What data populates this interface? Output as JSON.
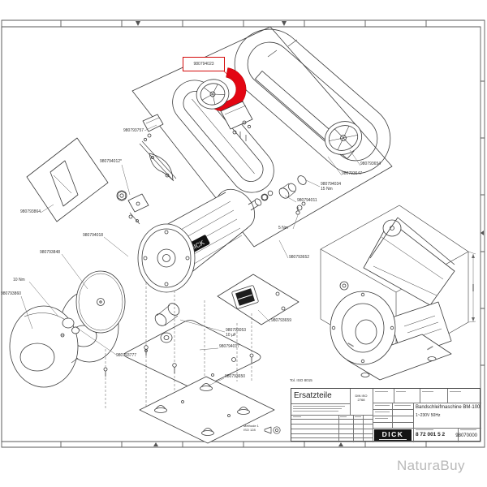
{
  "sheet": {
    "background": "#ffffff",
    "line_color": "#3c3c3c",
    "highlight_color": "#e30613",
    "watermark_color": "#b9b9b9"
  },
  "watermark": {
    "text": "NaturaBuy"
  },
  "notes": {
    "tolerance": "Tol. ISO 8015",
    "projection_method": "Methode 1",
    "projection_standard": "ISO 128"
  },
  "highlighted_part": {
    "number": "980794023"
  },
  "torque_notes": [
    {
      "text": "10 Nm"
    },
    {
      "text": "5 Nm"
    }
  ],
  "parts": [
    {
      "number": "980793757"
    },
    {
      "number": "980794012*"
    },
    {
      "number": "980793864"
    },
    {
      "number": "980794018"
    },
    {
      "number": "980793848"
    },
    {
      "number": "980793860"
    },
    {
      "number": "980793777"
    },
    {
      "number": "980793053",
      "note": "10 µF"
    },
    {
      "number": "980794017"
    },
    {
      "number": "980793650"
    },
    {
      "number": "980793659"
    },
    {
      "number": "980793654"
    },
    {
      "number": "980793647"
    },
    {
      "number": "980794034",
      "note": "15 Nm"
    },
    {
      "number": "980794011"
    },
    {
      "number": "980793652"
    }
  ],
  "title_block": {
    "title": "Ersatzteile",
    "standard_line1": "DIN ISO",
    "standard_line2": "2768",
    "brand": "DICK",
    "product": "Bandschleifmaschine BM-100",
    "power": "1~230V 50Hz",
    "drawing_number": "8 72 001 5 2",
    "document_number": "98070000"
  }
}
